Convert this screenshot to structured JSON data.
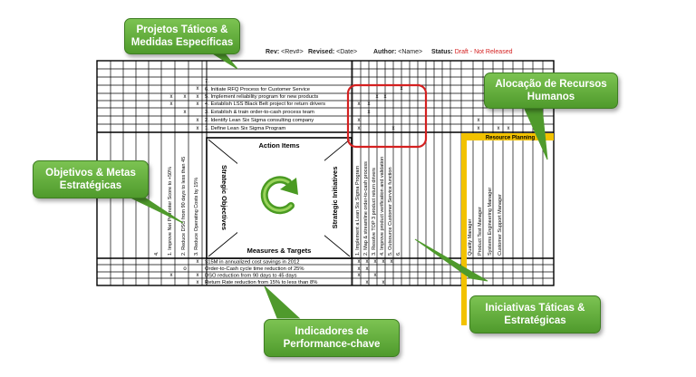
{
  "header": {
    "rev_label": "Rev:",
    "rev_value": "<Rev#>",
    "revised_label": "Revised:",
    "revised_value": "<Date>",
    "author_label": "Author:",
    "author_value": "<Name>",
    "status_label": "Status:",
    "status_value": "Draft - Not Released"
  },
  "callouts": {
    "projetos": [
      "Projetos Táticos &",
      "Medidas Específicas"
    ],
    "alocacao": [
      "Alocação de Recursos",
      "Humanos"
    ],
    "objetivos": [
      "Objetivos & Metas",
      "Estratégicas"
    ],
    "iniciativas": [
      "Iniciativas Táticas &",
      "Estratégicas"
    ],
    "indicadores": [
      "Indicadores de",
      "Performance-chave"
    ]
  },
  "tactical_projects": [
    "7.",
    "6. Initiate RFQ Process for Customer Service",
    "5. Implement reliability program for new products",
    "4. Establish LSS Black Belt project for return drivers",
    "3. Establish & train order-to-cash process team",
    "2. Identify Lean Six Sigma consulting company",
    "1. Define Lean Six Sigma Program"
  ],
  "center": {
    "top": "Action Items",
    "bottom": "Measures & Targets",
    "left": "Strategic Objectives",
    "right": "Strategic Initiatives"
  },
  "objectives": [
    "1. Improve Net Promoter Score to +50%",
    "2. Reduce DSO from 90 days to less than 45",
    "3. Reduce Operating Costs by 15%",
    "4."
  ],
  "initiatives": [
    "1. Implement a Lean Six Sigma Program",
    "2. Map & streamline order-to-cash process",
    "3. Resolve TOP 3 product return drivers",
    "4. Improve product verification and validation",
    "5. Outsource Customer Service function",
    "6."
  ],
  "measures": [
    "$15M in annualized cost savings in 2012",
    "Order-to-Cash cycle time reduction of 25%",
    "DSO reduction from 90 days to 45 days",
    "Return Rate reduction from 15% to less than 8%"
  ],
  "resource_planning": {
    "title": "Resource Planning",
    "roles": [
      "Quality Manager",
      "Product Test Manager",
      "Systems Engineering Manager",
      "Customer Support Manager"
    ]
  },
  "marks": {
    "x": "x",
    "o": "o"
  },
  "colors": {
    "callout_green": "#5aa832",
    "grid_line": "#000000",
    "highlight_red": "#d42020",
    "resource_bar": "#f2c200"
  }
}
